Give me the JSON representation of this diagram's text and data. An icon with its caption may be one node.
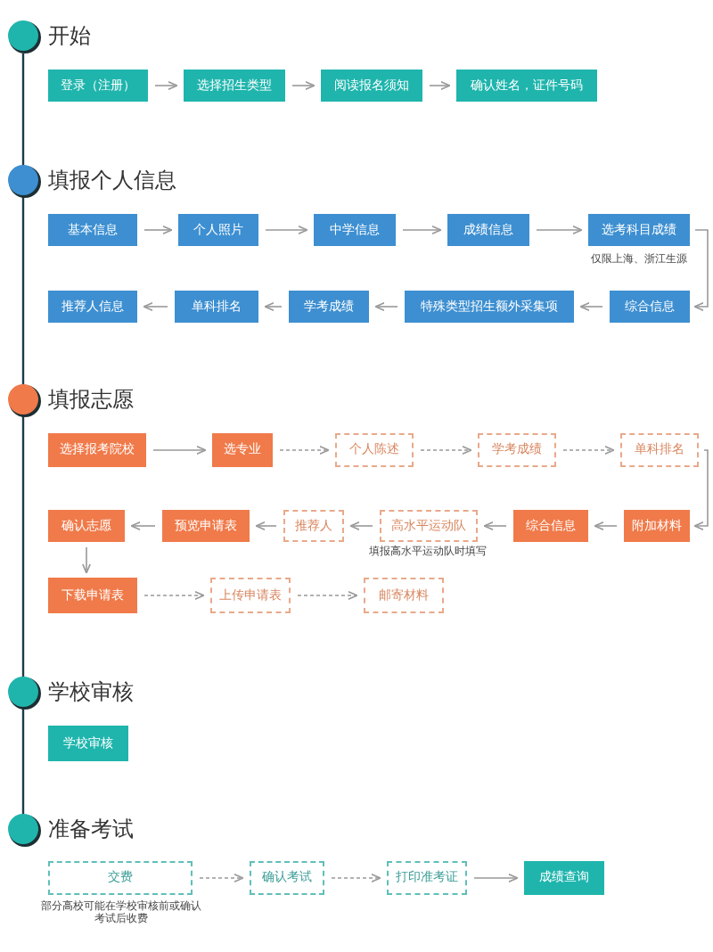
{
  "diagram": {
    "nodes": [
      {
        "text": [
          "登录（注册）"
        ]
      },
      {
        "text": [
          "选择招生类型"
        ]
      },
      {
        "text": [
          "阅读报名须知"
        ]
      },
      {
        "text": [
          "确认姓名，证件号码"
        ]
      },
      {
        "text": [
          "基本信息"
        ]
      },
      {
        "text": [
          "个人照片"
        ]
      },
      {
        "text": [
          "中学信息"
        ]
      },
      {
        "text": [
          "成绩信息"
        ]
      },
      {
        "text": [
          "选考科目成绩"
        ],
        "beside": [
          "仅限上海、浙江生源"
        ]
      },
      {
        "text": [
          "综合信息"
        ]
      },
      {
        "text": [
          "特殊类型招生额外采集项"
        ]
      },
      {
        "text": [
          "学考成绩"
        ]
      },
      {
        "text": [
          "单科排名"
        ]
      },
      {
        "text": [
          "推荐人信息"
        ]
      },
      {
        "text": [
          "选择报考院校"
        ]
      },
      {
        "text": [
          "选专业"
        ]
      },
      {
        "text": [
          "个人陈述"
        ]
      },
      {
        "text": [
          "学考成绩"
        ]
      },
      {
        "text": [
          "单科排名"
        ]
      },
      {
        "text": [
          "附加材料"
        ]
      },
      {
        "text": [
          "综合信息"
        ]
      },
      {
        "text": [
          "高水平运动队"
        ],
        "beside": [
          "填报高水平运动队时填写"
        ]
      },
      {
        "text": [
          "推荐人"
        ]
      },
      {
        "text": [
          "预览申请表"
        ]
      },
      {
        "text": [
          "确认志愿"
        ]
      },
      {
        "text": [
          "下载申请表"
        ]
      },
      {
        "text": [
          "上传申请表"
        ]
      },
      {
        "text": [
          "邮寄材料"
        ]
      },
      {
        "text": [
          "学校审核"
        ]
      },
      {
        "text": [
          "交费"
        ],
        "beside": [
          "部分高校可能在学校审核前或确认考试后收费"
        ]
      },
      {
        "text": [
          "确认考试"
        ]
      },
      {
        "text": [
          "打印准考证"
        ]
      },
      {
        "text": [
          "成绩查询"
        ]
      }
    ],
    "edges": [
      {
        "from": 0,
        "to": 1,
        "arrow": "to"
      },
      {
        "from": 1,
        "to": 2,
        "arrow": "to"
      },
      {
        "from": 2,
        "to": 3,
        "arrow": "to"
      },
      {
        "from": 4,
        "to": 5,
        "arrow": "to"
      },
      {
        "from": 5,
        "to": 6,
        "arrow": "to"
      },
      {
        "from": 6,
        "to": 7,
        "arrow": "to"
      },
      {
        "from": 7,
        "to": 8,
        "arrow": "to"
      },
      {
        "from": 8,
        "to": 9,
        "arrow": "to"
      },
      {
        "from": 9,
        "to": 10,
        "arrow": "to"
      },
      {
        "from": 10,
        "to": 11,
        "arrow": "to"
      },
      {
        "from": 11,
        "to": 12,
        "arrow": "to"
      },
      {
        "from": 12,
        "to": 13,
        "arrow": "to"
      },
      {
        "from": 14,
        "to": 15,
        "arrow": "to"
      },
      {
        "from": 15,
        "to": 16,
        "arrow": "to",
        "style": "dashed"
      },
      {
        "from": 16,
        "to": 17,
        "arrow": "to",
        "style": "dashed"
      },
      {
        "from": 17,
        "to": 18,
        "arrow": "to",
        "style": "dashed"
      },
      {
        "from": 18,
        "to": 19,
        "arrow": "to"
      },
      {
        "from": 19,
        "to": 20,
        "arrow": "to"
      },
      {
        "from": 20,
        "to": 21,
        "arrow": "to"
      },
      {
        "from": 21,
        "to": 22,
        "arrow": "to"
      },
      {
        "from": 22,
        "to": 23,
        "arrow": "to"
      },
      {
        "from": 23,
        "to": 24,
        "arrow": "to"
      },
      {
        "from": 24,
        "to": 25,
        "arrow": "to"
      },
      {
        "from": 25,
        "to": 26,
        "arrow": "to",
        "style": "dashed"
      },
      {
        "from": 26,
        "to": 27,
        "arrow": "to",
        "style": "dashed"
      },
      {
        "from": 29,
        "to": 30,
        "arrow": "to",
        "style": "dashed"
      },
      {
        "from": 30,
        "to": 31,
        "arrow": "to",
        "style": "dashed"
      },
      {
        "from": 31,
        "to": 32,
        "arrow": "to"
      }
    ],
    "labels": [
      "开始",
      "填报个人信息",
      "填报志愿",
      "学校审核",
      "准备考试"
    ]
  }
}
